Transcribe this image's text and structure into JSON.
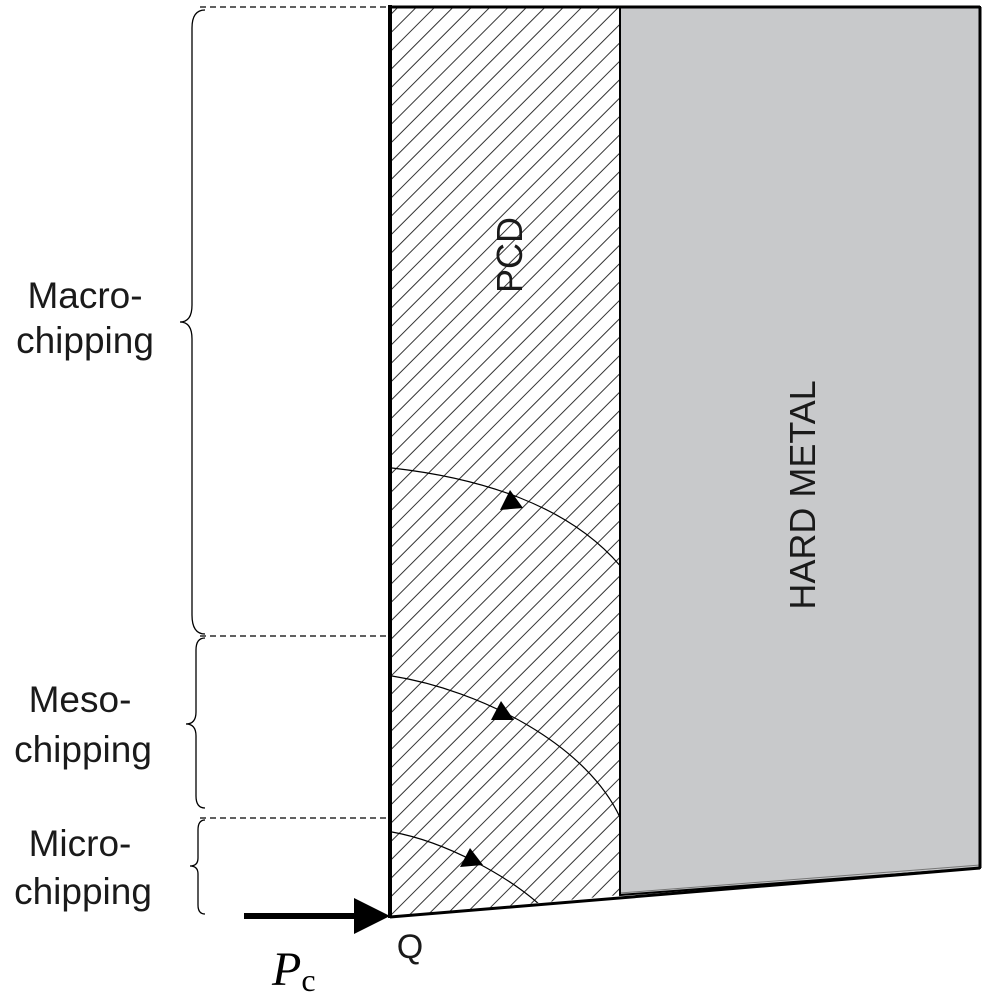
{
  "labels": {
    "pcd": "PCD",
    "hard_metal": "HARD METAL",
    "point_q": "Q",
    "force_symbol": "P",
    "force_subscript": "c"
  },
  "zones": [
    {
      "line1": "Macro-",
      "line2": "chipping"
    },
    {
      "line1": "Meso-",
      "line2": "chipping"
    },
    {
      "line1": "Micro-",
      "line2": "chipping"
    }
  ],
  "colors": {
    "hard_metal_fill": "#c8c9cb",
    "outline": "#000000",
    "hatch": "#333333"
  }
}
